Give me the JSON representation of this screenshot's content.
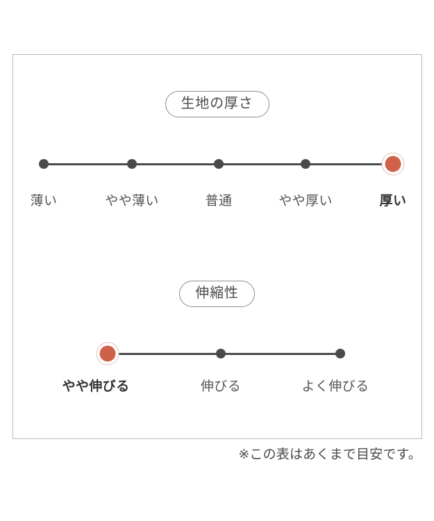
{
  "frame": {
    "border_color": "#b9b9b9"
  },
  "theme": {
    "accent": "#cf6149",
    "accent_ring": "#e4bfb4",
    "node": "#4a4a4a",
    "text": "#555555",
    "text_selected": "#333333"
  },
  "sections": [
    {
      "id": "fabric-thickness",
      "heading": "生地の厚さ",
      "selected_index": 4,
      "items": [
        {
          "label": "薄い",
          "selected": false
        },
        {
          "label": "やや薄い",
          "selected": false
        },
        {
          "label": "普通",
          "selected": false
        },
        {
          "label": "やや厚い",
          "selected": false
        },
        {
          "label": "厚い",
          "selected": true
        }
      ]
    },
    {
      "id": "stretchiness",
      "heading": "伸縮性",
      "selected_index": 0,
      "items": [
        {
          "label": "やや伸びる",
          "selected": true
        },
        {
          "label": "伸びる",
          "selected": false
        },
        {
          "label": "よく伸びる",
          "selected": false
        }
      ]
    }
  ],
  "footnote": "※この表はあくまで目安です。",
  "chart_data": {
    "type": "table",
    "title": "",
    "scales": [
      {
        "name": "生地の厚さ",
        "categories": [
          "薄い",
          "やや薄い",
          "普通",
          "やや厚い",
          "厚い"
        ],
        "values": [
          0,
          0,
          0,
          0,
          1
        ],
        "selected": "厚い",
        "selected_index": 4,
        "scale_points": 5
      },
      {
        "name": "伸縮性",
        "categories": [
          "やや伸びる",
          "伸びる",
          "よく伸びる"
        ],
        "values": [
          1,
          0,
          0
        ],
        "selected": "やや伸びる",
        "selected_index": 0,
        "scale_points": 3
      }
    ],
    "note": "※この表はあくまで目安です。"
  }
}
